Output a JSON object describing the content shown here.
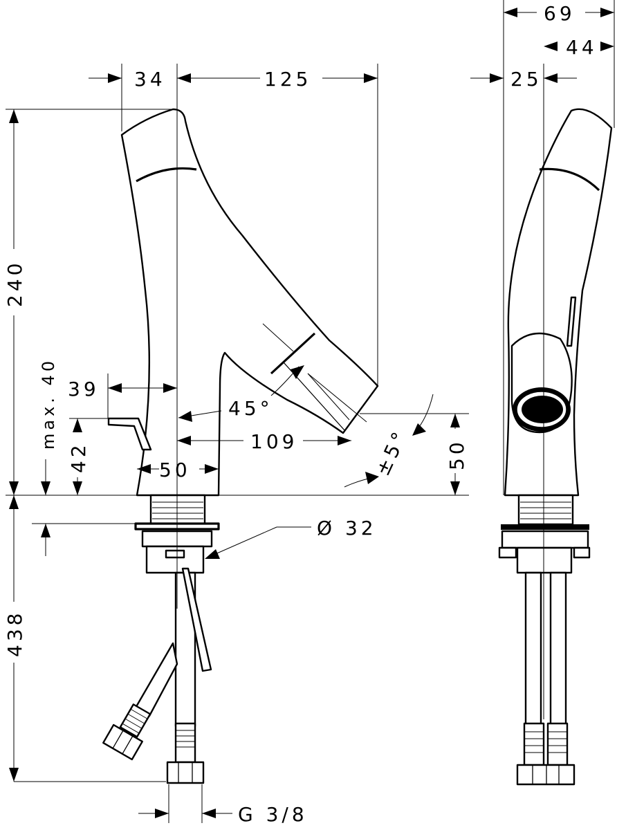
{
  "dimensions": {
    "d34": "34",
    "d125": "125",
    "d69": "69",
    "d44": "44",
    "d25": "25",
    "d240": "240",
    "dmax40": "max. 40",
    "d42": "42",
    "d39": "39",
    "d45": "45°",
    "d109": "109",
    "d50base": "50",
    "d5": "±5°",
    "d50right": "50",
    "d32": "Ø 32",
    "d438": "438",
    "g38": "G 3/8"
  }
}
